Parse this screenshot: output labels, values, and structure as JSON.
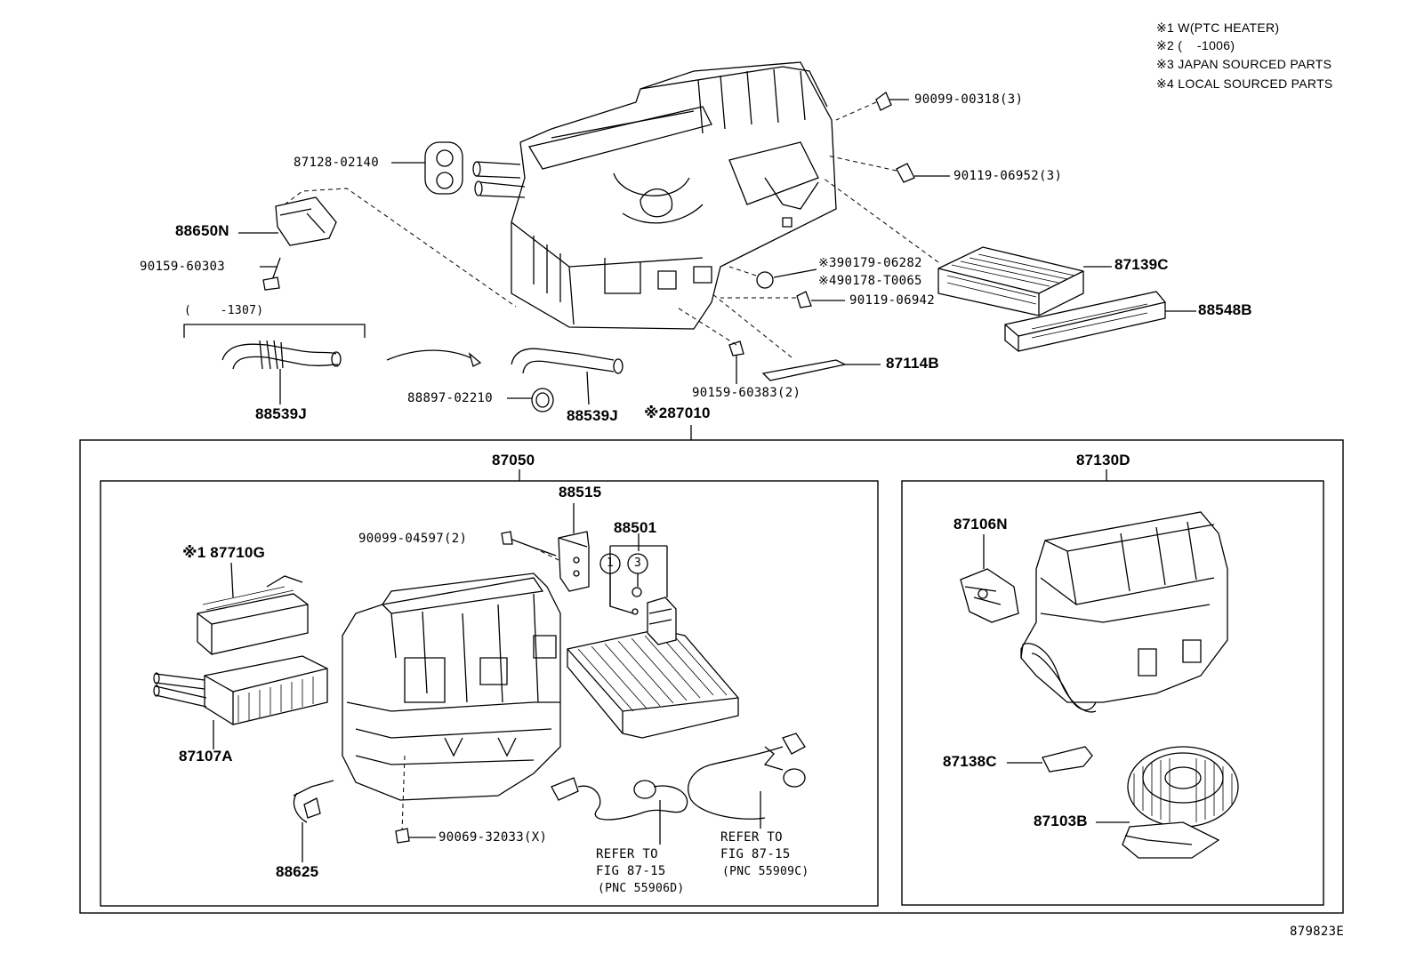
{
  "notes": [
    "※1 W(PTC HEATER)",
    "※2 (    -1006)",
    "※3 JAPAN SOURCED PARTS",
    "※4 LOCAL SOURCED PARTS"
  ],
  "labels": {
    "p90099_00318": "90099-00318(3)",
    "p90119_06952": "90119-06952(3)",
    "p87128_02140": "87128-02140",
    "p88650N": "88650N",
    "p90159_60303": "90159-60303",
    "p90179_06282": "※390179-06282",
    "p90178_T0065": "※490178-T0065",
    "p87139C": "87139C",
    "p90119_06942": "90119-06942",
    "p88548B": "88548B",
    "p1307": "(    -1307)",
    "p87114B": "87114B",
    "p88539J_a": "88539J",
    "p88897_02210": "88897-02210",
    "p88539J_b": "88539J",
    "p90159_60383": "90159-60383(2)",
    "p87010": "※287010",
    "p87050": "87050",
    "p87130D": "87130D",
    "p88515": "88515",
    "p90099_04597": "90099-04597(2)",
    "p88501": "88501",
    "p87710G": "※1 87710G",
    "p87106N": "87106N",
    "p87107A": "87107A",
    "p87138C": "87138C",
    "p87103B": "87103B",
    "p90069_32033": "90069-32033(X)",
    "p88625": "88625",
    "refer1_l1": "REFER TO",
    "refer1_l2": "FIG 87-15",
    "refer1_l3": "(PNC 55906D)",
    "refer2_l1": "REFER TO",
    "refer2_l2": "FIG 87-15",
    "refer2_l3": "(PNC 55909C)",
    "circle1": "1",
    "circle3": "3",
    "fig_no": "879823E"
  }
}
